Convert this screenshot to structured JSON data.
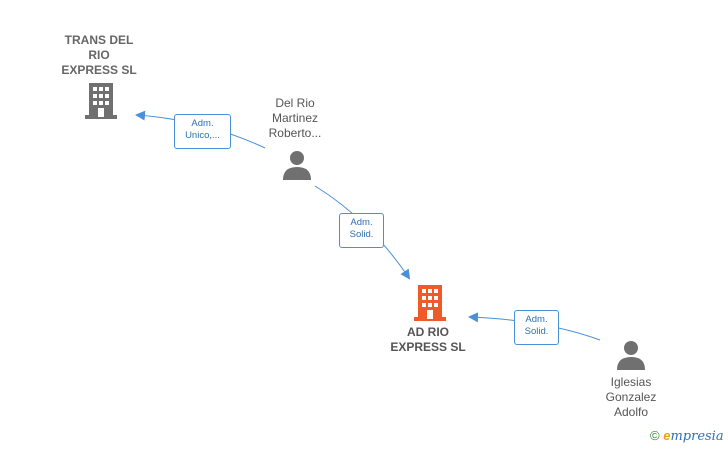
{
  "nodes": {
    "trans": {
      "label": [
        "TRANS DEL",
        "RIO",
        "EXPRESS  SL"
      ],
      "icon": "building-icon",
      "color": "#707070"
    },
    "delrio": {
      "label": [
        "Del Rio",
        "Martinez",
        "Roberto..."
      ],
      "icon": "person-icon",
      "color": "#707070"
    },
    "adrio": {
      "label": [
        "AD RIO",
        "EXPRESS  SL"
      ],
      "icon": "building-icon",
      "color": "#f05a28"
    },
    "iglesias": {
      "label": [
        "Iglesias",
        "Gonzalez",
        "Adolfo"
      ],
      "icon": "person-icon",
      "color": "#707070"
    }
  },
  "edges": {
    "e1": {
      "label": [
        "Adm.",
        "Unico,..."
      ]
    },
    "e2": {
      "label": [
        "Adm.",
        "Solid."
      ]
    },
    "e3": {
      "label": [
        "Adm.",
        "Solid."
      ]
    }
  },
  "edge_color": "#4a90d9",
  "brand": {
    "copyright": "©",
    "e": "e",
    "rest": "mpresia"
  }
}
